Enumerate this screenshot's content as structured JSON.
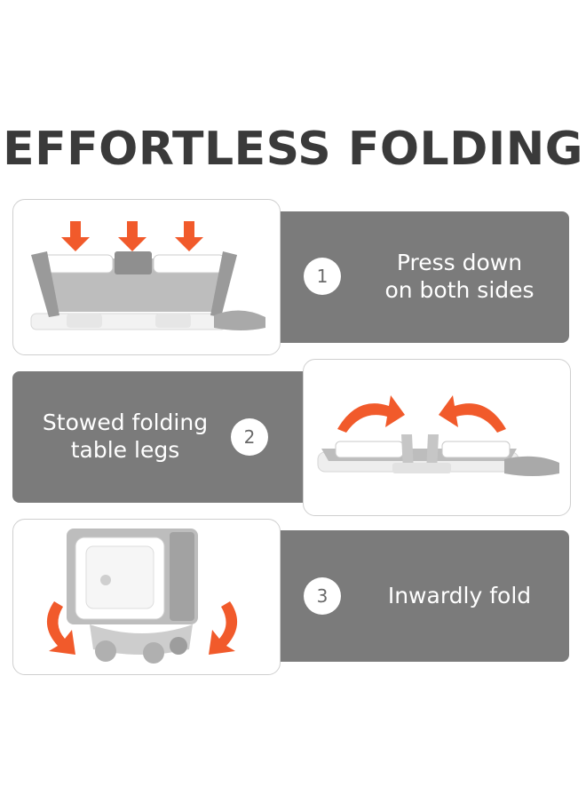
{
  "title": "EFFORTLESS FOLDING",
  "colors": {
    "banner": "#7b7b7b",
    "arrow": "#f15a2b",
    "title": "#3a3a3a"
  },
  "steps": [
    {
      "number": "1",
      "line1": "Press down",
      "line2": "on both sides",
      "image": "tub-press-down-illustration"
    },
    {
      "number": "2",
      "line1": "Stowed folding",
      "line2": "table legs",
      "image": "tub-legs-folding-illustration"
    },
    {
      "number": "3",
      "line1": "Inwardly fold",
      "line2": "",
      "image": "tub-folded-inward-illustration"
    }
  ]
}
